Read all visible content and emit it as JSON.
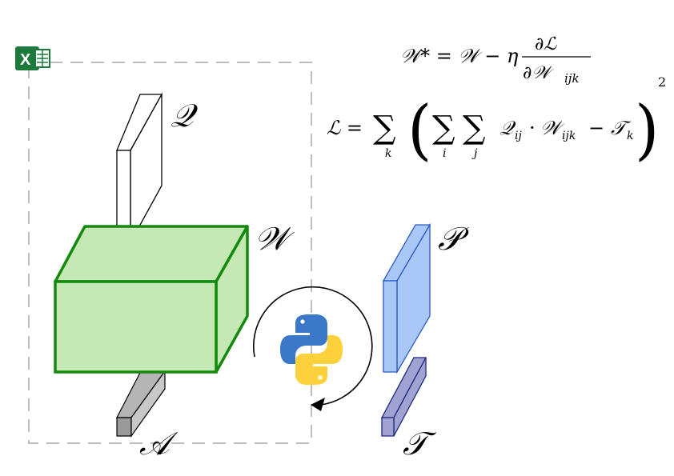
{
  "labels": {
    "q": "𝒬",
    "w": "𝒲",
    "p": "𝒫",
    "a": "𝒜",
    "t": "𝒯"
  },
  "equation1": {
    "lhs": "𝒲* = 𝒲 − η",
    "numerator": "∂ℒ",
    "denominator": "∂𝒲",
    "den_sub": "ijk"
  },
  "equation2": {
    "lhs": "ℒ =",
    "sum": "∑",
    "sub_k": "k",
    "sub_i": "i",
    "sub_j": "j",
    "q_term": "𝒬",
    "q_sub": "ij",
    "dot": "·",
    "w_term": "𝒲",
    "w_sub": "ijk",
    "minus": "−",
    "t_term": "𝒯",
    "t_sub": "k",
    "exponent": "2"
  },
  "excel_logo_text": "X",
  "icons": [
    "excel-icon",
    "python-icon",
    "cycle-arrow-icon"
  ],
  "colors": {
    "w_fill": "#c6e8b4",
    "w_stroke": "#138a0d",
    "p_fill": "#a9c8f7",
    "p_stroke": "#2b58c8",
    "t_fill": "#a0a2d2",
    "t_stroke": "#1e2780",
    "a_fill": "#b5b5b5",
    "excel_green": "#1d7a3d",
    "python_blue": "#3c78c8",
    "python_yellow": "#fcd13c",
    "dash": "#bdbdbd"
  }
}
